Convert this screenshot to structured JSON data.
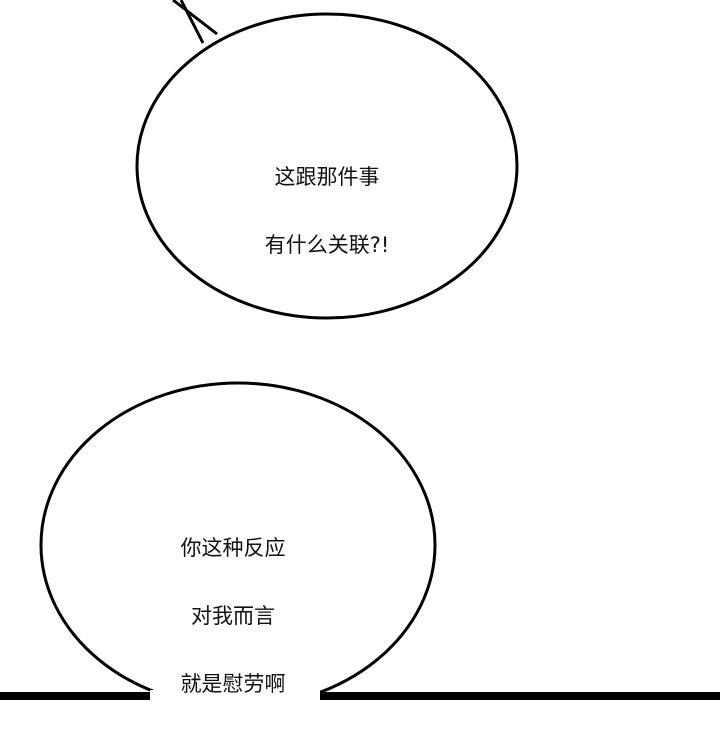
{
  "page": {
    "background": "#ffffff",
    "stroke": "#000000"
  },
  "bubbles": [
    {
      "id": "top",
      "lines": [
        "这跟那件事",
        "有什么关联?!"
      ],
      "has_tail": true,
      "tail_direction": "up-left"
    },
    {
      "id": "bottom",
      "lines": [
        "你这种反应",
        "对我而言",
        "就是慰劳啊"
      ],
      "has_tail": false
    }
  ]
}
